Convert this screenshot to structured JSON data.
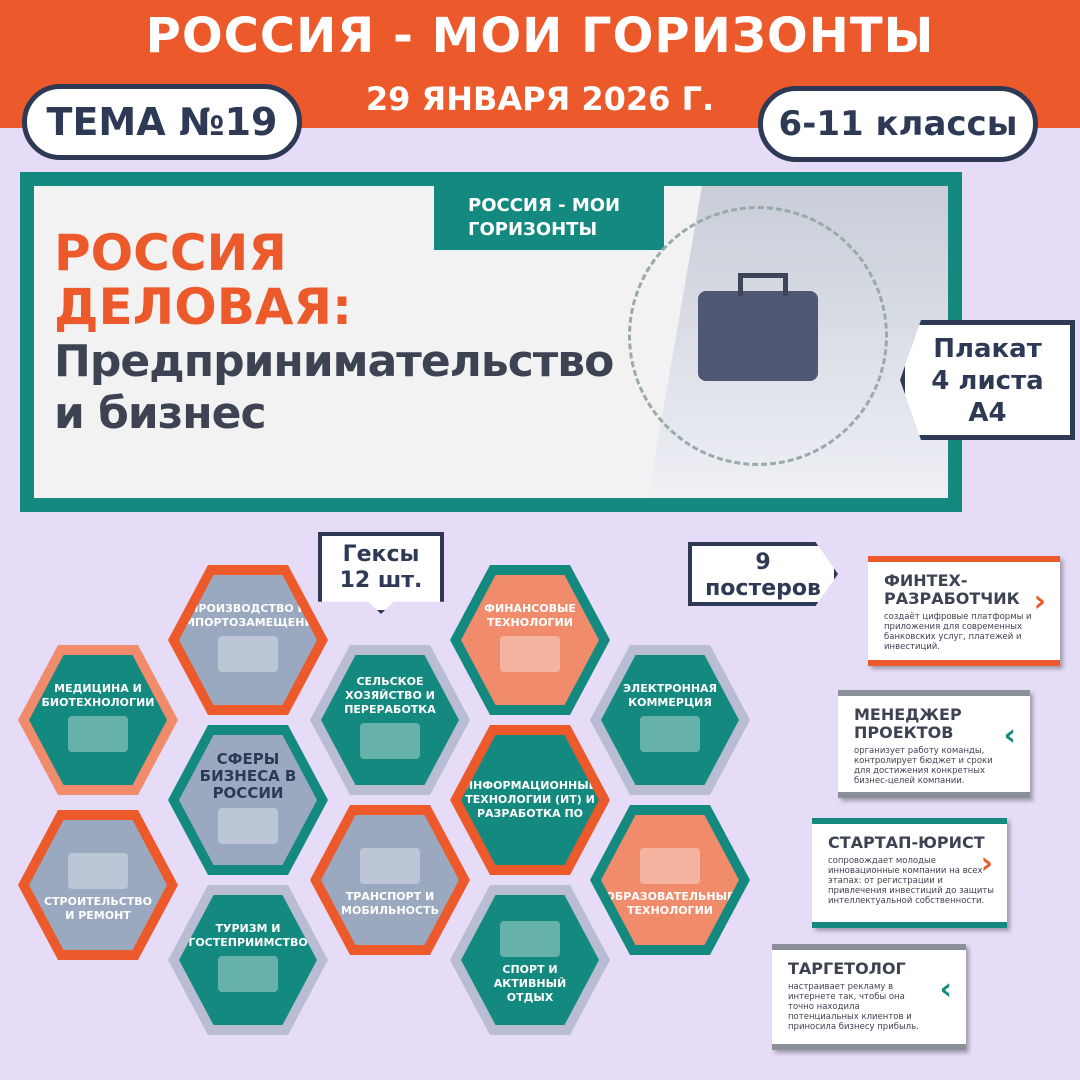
{
  "header": {
    "title": "РОССИЯ - МОИ ГОРИЗОНТЫ",
    "date": "29 ЯНВАРЯ 2026 Г.",
    "topic": "ТЕМА №19",
    "grades": "6-11 классы"
  },
  "banner": {
    "tag": "РОССИЯ - МОИ ГОРИЗОНТЫ",
    "title_line1": "РОССИЯ",
    "title_line2": "ДЕЛОВАЯ:",
    "subtitle_line1": "Предпринимательство",
    "subtitle_line2": "и бизнес"
  },
  "poster_note": {
    "line1": "Плакат",
    "line2": "4 листа",
    "line3": "А4"
  },
  "hex_note": {
    "line1": "Гексы",
    "line2": "12 шт."
  },
  "posters_note": {
    "line1": "9",
    "line2": "постеров"
  },
  "hexes": [
    "ПРОИЗВОДСТВО И ИМПОРТОЗАМЕЩЕНИЕ",
    "МЕДИЦИНА И БИОТЕХНОЛОГИИ",
    "СЕЛЬСКОЕ ХОЗЯЙСТВО И ПЕРЕРАБОТКА",
    "ФИНАНСОВЫЕ ТЕХНОЛОГИИ",
    "ЭЛЕКТРОННАЯ КОММЕРЦИЯ",
    "СФЕРЫ БИЗНЕСА В РОССИИ",
    "ИНФОРМАЦИОННЫЕ ТЕХНОЛОГИИ (ИТ) И РАЗРАБОТКА ПО",
    "СТРОИТЕЛЬСТВО И РЕМОНТ",
    "ТРАНСПОРТ И МОБИЛЬНОСТЬ",
    "ОБРАЗОВАТЕЛЬНЫЕ ТЕХНОЛОГИИ",
    "ТУРИЗМ И ГОСТЕПРИИМСТВО",
    "СПОРТ И АКТИВНЫЙ ОТДЫХ"
  ],
  "posters": [
    {
      "title": "ФИНТЕХ-РАЗРАБОТЧИК",
      "text": "создаёт цифровые платформы и приложения для современных банковских услуг, платежей и инвестиций."
    },
    {
      "title": "МЕНЕДЖЕР ПРОЕКТОВ",
      "text": "организует работу команды, контролирует бюджет и сроки для достижения конкретных бизнес-целей компании."
    },
    {
      "title": "СТАРТАП-ЮРИСТ",
      "text": "сопровождает молодые инновационные компании на всех этапах: от регистрации и привлечения инвестиций до защиты интеллектуальной собственности."
    },
    {
      "title": "ТАРГЕТОЛОГ",
      "text": "настраивает рекламу в интернете так, чтобы она точно находила потенциальных клиентов и приносила бизнесу прибыль."
    }
  ],
  "colors": {
    "orange": "#ec5a2b",
    "teal": "#14897f",
    "navy": "#2e3a55",
    "background": "#e6dcf7"
  }
}
